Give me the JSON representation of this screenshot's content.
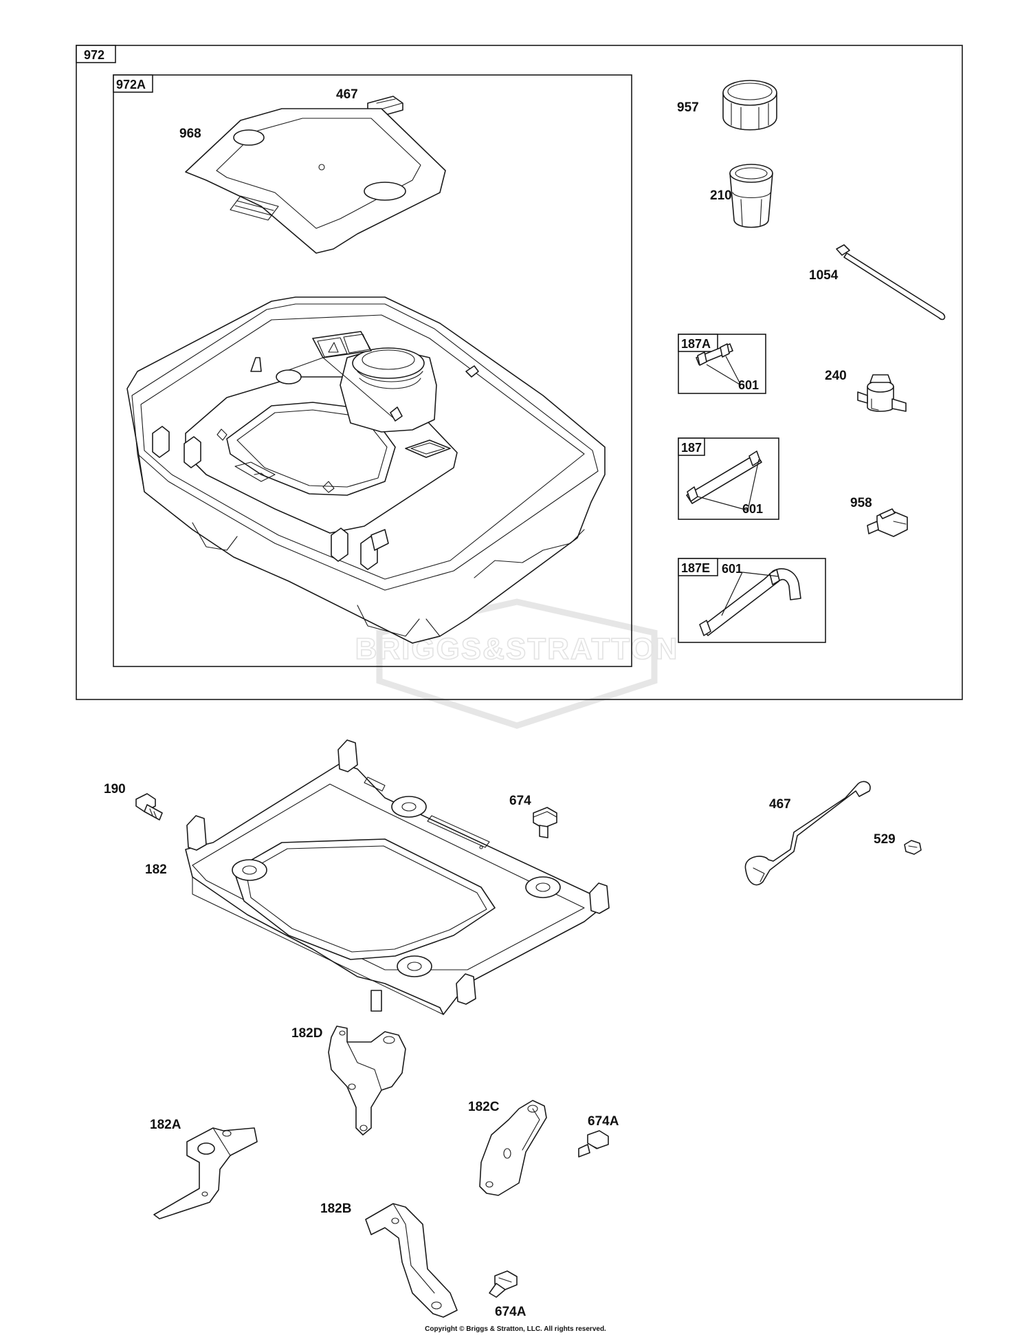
{
  "assemblies": {
    "main_kit": "972",
    "tank_assembly": "972A",
    "line_kit_a": "187A",
    "line_kit": "187",
    "line_kit_e": "187E"
  },
  "callouts": {
    "cap_467": "467",
    "cover_968": "968",
    "cap_957": "957",
    "filter_210": "210",
    "tie_1054": "1054",
    "clamp_601_a": "601",
    "valve_240": "240",
    "clamp_601_b": "601",
    "valve_958": "958",
    "clamp_601_e": "601",
    "bolt_190": "190",
    "bolt_674": "674",
    "frame_182": "182",
    "rod_467": "467",
    "nut_529": "529",
    "bracket_182d": "182D",
    "bracket_182c": "182C",
    "bolt_674a_top": "674A",
    "bracket_182a": "182A",
    "bracket_182b": "182B",
    "bolt_674a_bottom": "674A"
  },
  "watermark": "BRIGGS&STRATTON",
  "copyright": "Copyright © Briggs & Stratton, LLC. All rights reserved."
}
